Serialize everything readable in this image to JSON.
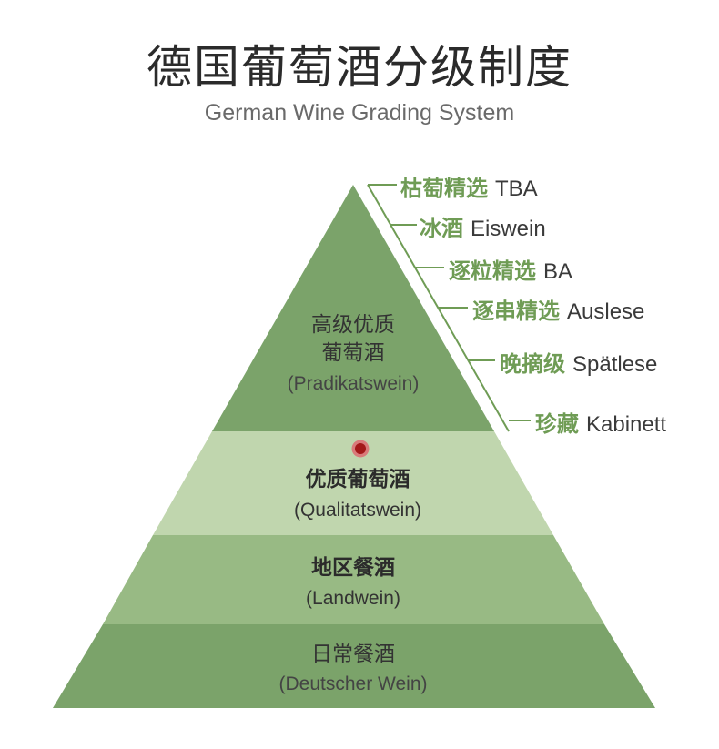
{
  "header": {
    "title": "德国葡萄酒分级制度",
    "subtitle": "German Wine Grading System"
  },
  "colors": {
    "dark_green": "#7ba36a",
    "light_green": "#c0d6ae",
    "mid_green": "#98ba84",
    "label_green": "#6f9c55",
    "marker_red": "#a31818"
  },
  "pyramid": {
    "tiers": [
      {
        "cn_line1": "高级优质",
        "cn_line2": "葡萄酒",
        "en": "(Pradikatswein)"
      },
      {
        "cn": "优质葡萄酒",
        "en": "(Qualitatswein)",
        "marker": "red-dot"
      },
      {
        "cn": "地区餐酒",
        "en": "(Landwein)"
      },
      {
        "cn": "日常餐酒",
        "en": "(Deutscher Wein)"
      }
    ]
  },
  "ranks": [
    {
      "cn": "枯萄精选",
      "en": "TBA"
    },
    {
      "cn": "冰酒",
      "en": "Eiswein"
    },
    {
      "cn": "逐粒精选",
      "en": "BA"
    },
    {
      "cn": "逐串精选",
      "en": "Auslese"
    },
    {
      "cn": "晚摘级",
      "en": "Spätlese"
    },
    {
      "cn": "珍藏",
      "en": "Kabinett"
    }
  ]
}
